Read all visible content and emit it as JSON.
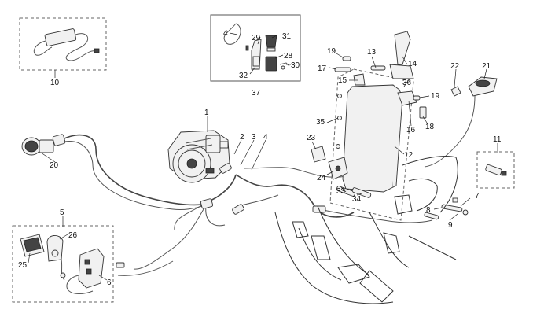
{
  "callouts": [
    {
      "id": "p1",
      "text": "1"
    },
    {
      "id": "p2",
      "text": "2"
    },
    {
      "id": "p3",
      "text": "3"
    },
    {
      "id": "p4",
      "text": "4"
    },
    {
      "id": "p4b",
      "text": "4"
    },
    {
      "id": "p5",
      "text": "5"
    },
    {
      "id": "p6",
      "text": "6"
    },
    {
      "id": "p7",
      "text": "7"
    },
    {
      "id": "p8",
      "text": "8"
    },
    {
      "id": "p9",
      "text": "9"
    },
    {
      "id": "p10",
      "text": "10"
    },
    {
      "id": "p11",
      "text": "11"
    },
    {
      "id": "p12",
      "text": "12"
    },
    {
      "id": "p13",
      "text": "13"
    },
    {
      "id": "p14",
      "text": "14"
    },
    {
      "id": "p15",
      "text": "15"
    },
    {
      "id": "p16",
      "text": "16"
    },
    {
      "id": "p17",
      "text": "17"
    },
    {
      "id": "p18",
      "text": "18"
    },
    {
      "id": "p19a",
      "text": "19"
    },
    {
      "id": "p19b",
      "text": "19"
    },
    {
      "id": "p20",
      "text": "20"
    },
    {
      "id": "p21",
      "text": "21"
    },
    {
      "id": "p22",
      "text": "22"
    },
    {
      "id": "p23",
      "text": "23"
    },
    {
      "id": "p24",
      "text": "24"
    },
    {
      "id": "p25",
      "text": "25"
    },
    {
      "id": "p26",
      "text": "26"
    },
    {
      "id": "p28",
      "text": "28"
    },
    {
      "id": "p29",
      "text": "29"
    },
    {
      "id": "p30",
      "text": "30"
    },
    {
      "id": "p31",
      "text": "31"
    },
    {
      "id": "p32",
      "text": "32"
    },
    {
      "id": "p33",
      "text": "33"
    },
    {
      "id": "p34",
      "text": "34"
    },
    {
      "id": "p35",
      "text": "35"
    },
    {
      "id": "p36",
      "text": "36"
    },
    {
      "id": "p37",
      "text": "37"
    }
  ]
}
